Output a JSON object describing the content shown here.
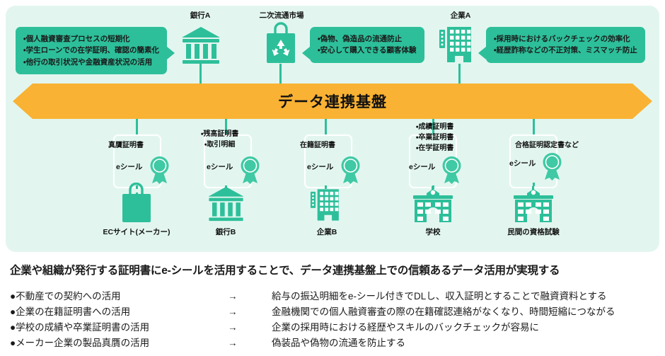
{
  "diagram": {
    "banner": {
      "label": "データ連携基盤",
      "color": "#f9b233"
    },
    "panel_color": "#e2f6ef",
    "accent_color": "#2dbf9a",
    "top_nodes": [
      {
        "id": "bank-a",
        "label": "銀行A",
        "icon": "bank-icon",
        "callout_side": "left",
        "callout_lines": [
          "・個人融資審査プロセスの短期化",
          "・学生ローンでの在学証明、確認の簡素化",
          "・他行の取引状況や金融資産状況の活用"
        ]
      },
      {
        "id": "secondary-market",
        "label": "二次流通市場",
        "icon": "shopping-bag-recycle-icon",
        "callout_side": "right",
        "callout_lines": [
          "・偽物、偽造品の流通防止",
          "・安心して購入できる顧客体験"
        ]
      },
      {
        "id": "company-a",
        "label": "企業A",
        "icon": "office-building-icon",
        "callout_side": "right",
        "callout_lines": [
          "・採用時におけるバックチェックの効率化",
          "・経歴詐称などの不正対策、ミスマッチ防止"
        ]
      }
    ],
    "bottom_nodes": [
      {
        "id": "ec-site",
        "label": "ECサイト(メーカー)",
        "icon": "shopping-bag-icon",
        "cert_title_lines": [
          "真贋証明書"
        ],
        "seal_label": "eシール"
      },
      {
        "id": "bank-b",
        "label": "銀行B",
        "icon": "bank-icon",
        "cert_title_lines": [
          "・残高証明書",
          "・取引明細"
        ],
        "seal_label": "eシール"
      },
      {
        "id": "company-b",
        "label": "企業B",
        "icon": "office-building-icon",
        "cert_title_lines": [
          "在籍証明書"
        ],
        "seal_label": "eシール"
      },
      {
        "id": "school",
        "label": "学校",
        "icon": "school-icon",
        "cert_title_lines": [
          "・成績証明書",
          "・卒業証明書",
          "・在学証明書"
        ],
        "seal_label": "eシール"
      },
      {
        "id": "private-exam",
        "label": "民間の資格試験",
        "icon": "school-icon",
        "cert_title_lines": [
          "合格証明認定書など"
        ],
        "seal_label": "eシール"
      }
    ]
  },
  "summary": {
    "headline": "企業や組織が発行する証明書にe-シールを活用することで、データ連携基盤上での信頼あるデータ活用が実現する",
    "arrow": "→",
    "rows": [
      {
        "left": "●不動産での契約への活用",
        "right": "給与の振込明細をe-シール付きでDLし、収入証明とすることで融資資料とする"
      },
      {
        "left": "●企業の在籍証明書への活用",
        "right": "金融機関での個人融資審査の際の在籍確認連絡がなくなり、時間短縮につながる"
      },
      {
        "left": "●学校の成績や卒業証明書の活用",
        "right": "企業の採用時における経歴やスキルのバックチェックが容易に"
      },
      {
        "left": "●メーカー企業の製品真贋の活用",
        "right": "偽装品や偽物の流通を防止する"
      }
    ]
  }
}
